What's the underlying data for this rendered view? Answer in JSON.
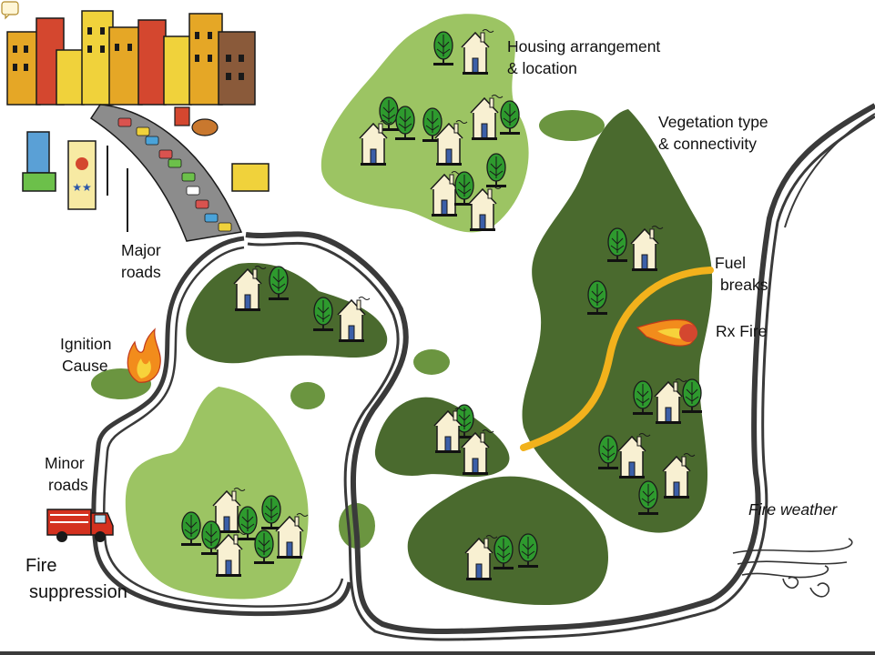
{
  "labels": {
    "housing": [
      "Housing arrangement",
      "& location"
    ],
    "vegetation": [
      "Vegetation type",
      "& connectivity"
    ],
    "major_roads": [
      "Major",
      "roads"
    ],
    "fuel_breaks": [
      "Fuel",
      "breaks"
    ],
    "rx_fire": "Rx Fire",
    "ignition": [
      "Ignition",
      "Cause"
    ],
    "minor_roads": [
      "Minor",
      "roads"
    ],
    "fire_suppression": [
      "Fire",
      "suppression"
    ],
    "fire_weather": "Fire weather"
  },
  "colors": {
    "light_green": "#9cc463",
    "dark_green": "#4a6a2e",
    "road_outline": "#3a3a3a",
    "fuel_break": "#f2b21c",
    "tree": "#2e8b2e",
    "house": "#f8f0d2"
  },
  "icons": [
    "city-skyline-icon",
    "highway-traffic-icon",
    "tree-icon",
    "house-icon",
    "flame-icon",
    "rx-fire-icon",
    "fire-truck-icon",
    "wind-icon"
  ]
}
